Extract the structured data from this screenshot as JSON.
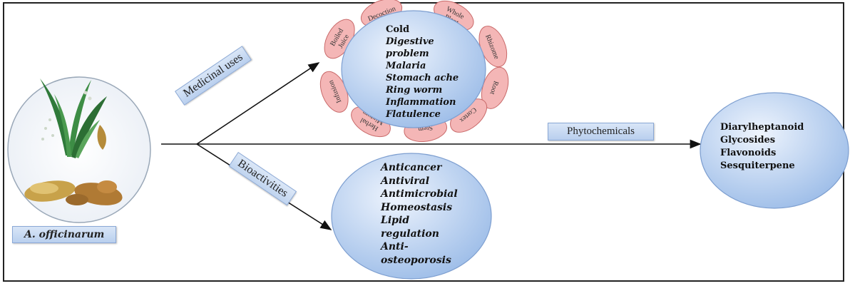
{
  "plant": {
    "name": "A. officinarum"
  },
  "branches": {
    "medicinal_uses": "Medicinal uses",
    "bioactivities": "Bioactivities",
    "phytochemicals": "Phytochemicals"
  },
  "medicinal_uses": {
    "items": [
      "Cold",
      "Digestive",
      "problem",
      "Malaria",
      "Stomach ache",
      "Ring worm",
      "Inflammation",
      "Flatulence"
    ],
    "parts": [
      "Decoction",
      "Whole Plant",
      "Rhizome",
      "Root",
      "Cortex",
      "Stem",
      "Herbal Mixture",
      "Infusion",
      "Boiled Juice"
    ]
  },
  "bioactivities": {
    "items": [
      "Anticancer",
      "Antiviral",
      "Antimicrobial",
      "Homeostasis",
      "Lipid",
      "regulation",
      "Anti-",
      "osteoporosis"
    ]
  },
  "phytochemicals": {
    "items": [
      "Diarylheptanoid",
      "Glycosides",
      "Flavonoids",
      "Sesquiterpene"
    ]
  },
  "colors": {
    "bubble_light": "#eef4fd",
    "bubble_dark": "#9dbde8",
    "petal_fill": "#f4b6b6",
    "petal_stroke": "#c96a6a",
    "arrow": "#111111"
  }
}
